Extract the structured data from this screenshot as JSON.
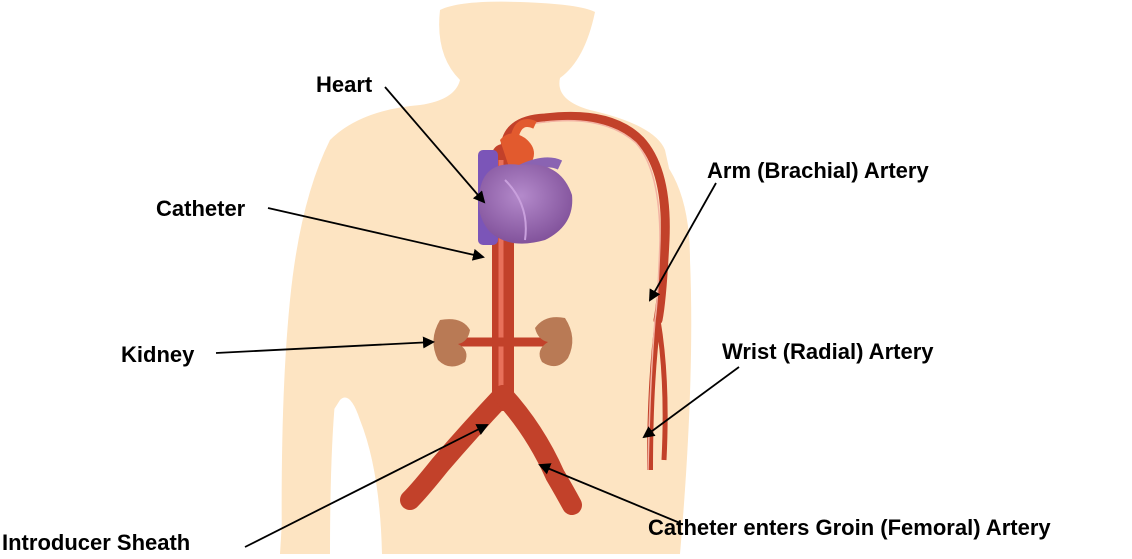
{
  "labels": {
    "heart": "Heart",
    "catheter": "Catheter",
    "kidney": "Kidney",
    "introducer_sheath": "Introducer Sheath",
    "arm_artery": "Arm (Brachial) Artery",
    "wrist_artery": "Wrist (Radial) Artery",
    "femoral_entry": "Catheter enters Groin (Femoral) Artery"
  },
  "colors": {
    "body": "#fde4c2",
    "artery": "#d9492f",
    "artery_dark": "#a8331f",
    "heart": "#8d5aa6",
    "heart_vessel": "#7b55b8",
    "kidney": "#b97a55",
    "arrow": "#000000"
  }
}
